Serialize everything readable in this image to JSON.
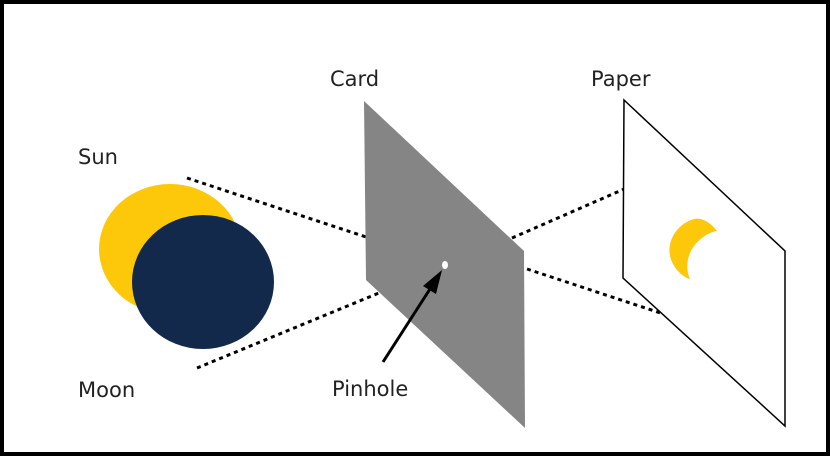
{
  "labels": {
    "sun": "Sun",
    "moon": "Moon",
    "card": "Card",
    "paper": "Paper",
    "pinhole": "Pinhole"
  },
  "colors": {
    "sun": "#fdc80a",
    "moon": "#13294b",
    "card": "#858585",
    "paper_image": "#fdc80a",
    "outline": "#000000"
  }
}
